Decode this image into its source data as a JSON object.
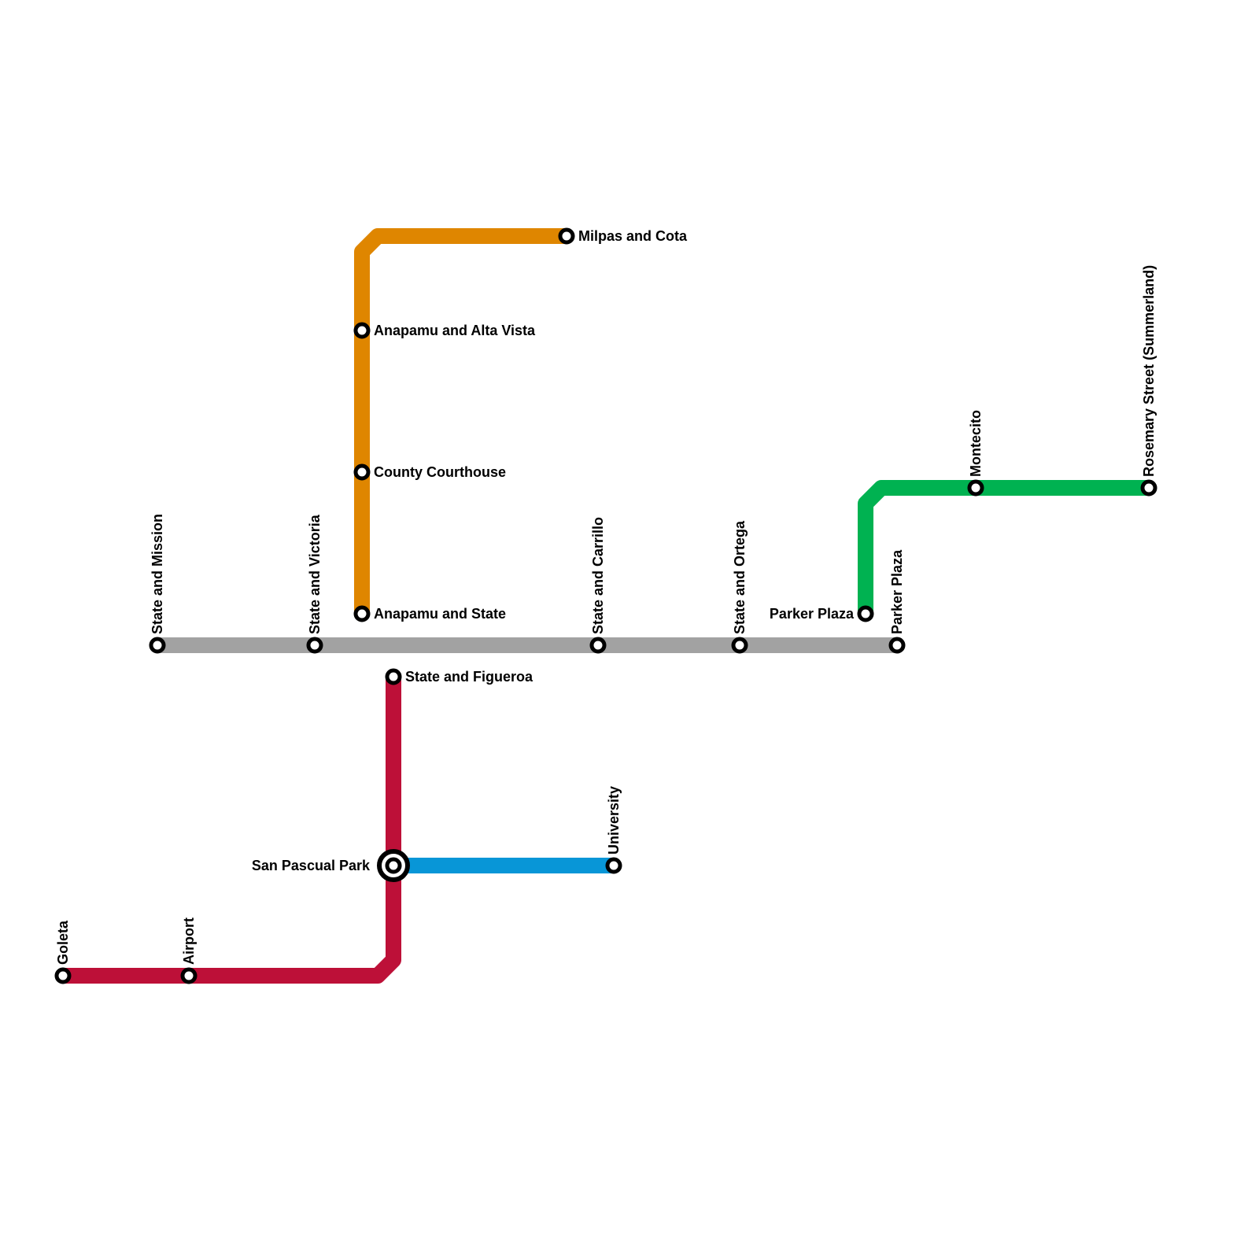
{
  "lines": [
    {
      "id": "gray",
      "color": "#a2a2a2"
    },
    {
      "id": "orange",
      "color": "#df8600"
    },
    {
      "id": "red",
      "color": "#bd1038"
    },
    {
      "id": "blue",
      "color": "#0896d7"
    },
    {
      "id": "green",
      "color": "#00b251"
    }
  ],
  "stations": {
    "milpas_cota": "Milpas and Cota",
    "anapamu_alta_vista": "Anapamu and Alta Vista",
    "county_courthouse": "County Courthouse",
    "anapamu_state": "Anapamu and State",
    "state_mission": "State and Mission",
    "state_victoria": "State and Victoria",
    "state_carrillo": "State and Carrillo",
    "state_ortega": "State and Ortega",
    "parker_plaza_green": "Parker Plaza",
    "parker_plaza_gray": "Parker Plaza",
    "montecito": "Montecito",
    "rosemary_street": "Rosemary Street (Summerland)",
    "state_figueroa": "State and Figueroa",
    "san_pascual_park": "San Pascual Park",
    "university": "University",
    "goleta": "Goleta",
    "airport": "Airport"
  }
}
